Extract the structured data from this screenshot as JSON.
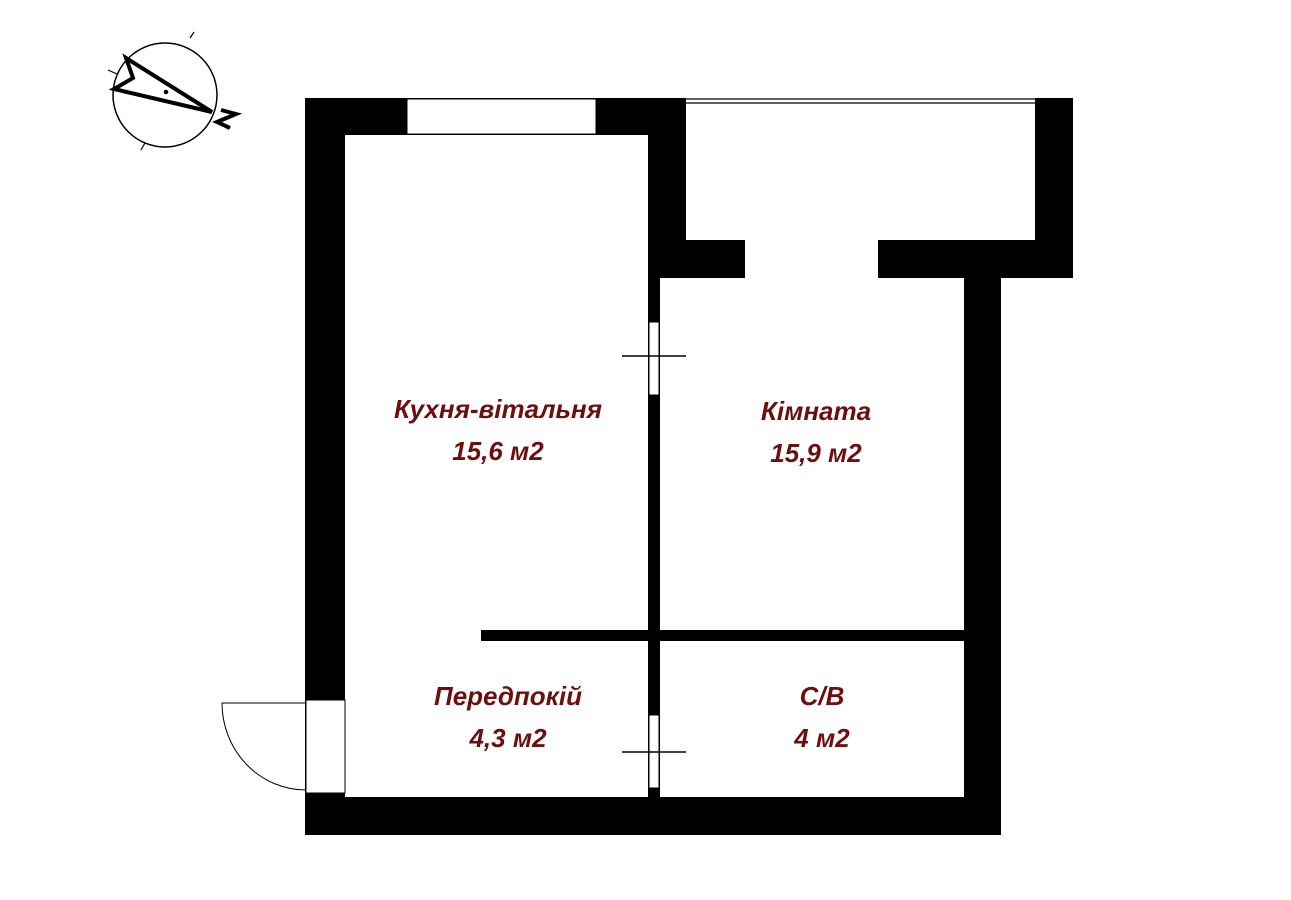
{
  "colors": {
    "wall": "#000000",
    "label": "#6b0f0f",
    "background": "#ffffff"
  },
  "compass": {
    "icon": "north-arrow-icon",
    "letter": "N"
  },
  "rooms": [
    {
      "name": "Кухня-вітальня",
      "area": "15,6 м2"
    },
    {
      "name": "Кімната",
      "area": "15,9 м2"
    },
    {
      "name": "Передпокій",
      "area": "4,3 м2"
    },
    {
      "name": "С/В",
      "area": "4 м2"
    }
  ]
}
